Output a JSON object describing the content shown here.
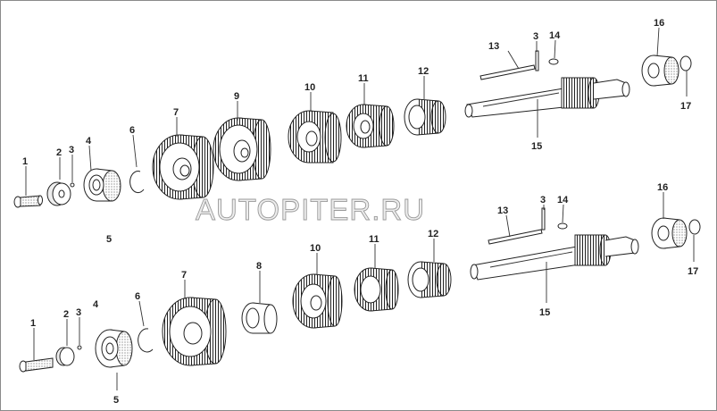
{
  "watermark": "AUTOPITER.RU",
  "upper_assembly": {
    "labels": {
      "p1": "1",
      "p2": "2",
      "p3": "3",
      "p4": "4",
      "p5": "5",
      "p6": "6",
      "p7": "7",
      "p9": "9",
      "p10": "10",
      "p11": "11",
      "p12": "12",
      "p13": "13",
      "p3b": "3",
      "p14": "14",
      "p15": "15",
      "p16": "16",
      "p17": "17"
    }
  },
  "lower_assembly": {
    "labels": {
      "p1": "1",
      "p2": "2",
      "p3": "3",
      "p4": "4",
      "p5": "5",
      "p6": "6",
      "p7": "7",
      "p8": "8",
      "p10": "10",
      "p11": "11",
      "p12": "12",
      "p13": "13",
      "p3b": "3",
      "p14": "14",
      "p15": "15",
      "p16": "16",
      "p17": "17"
    }
  }
}
